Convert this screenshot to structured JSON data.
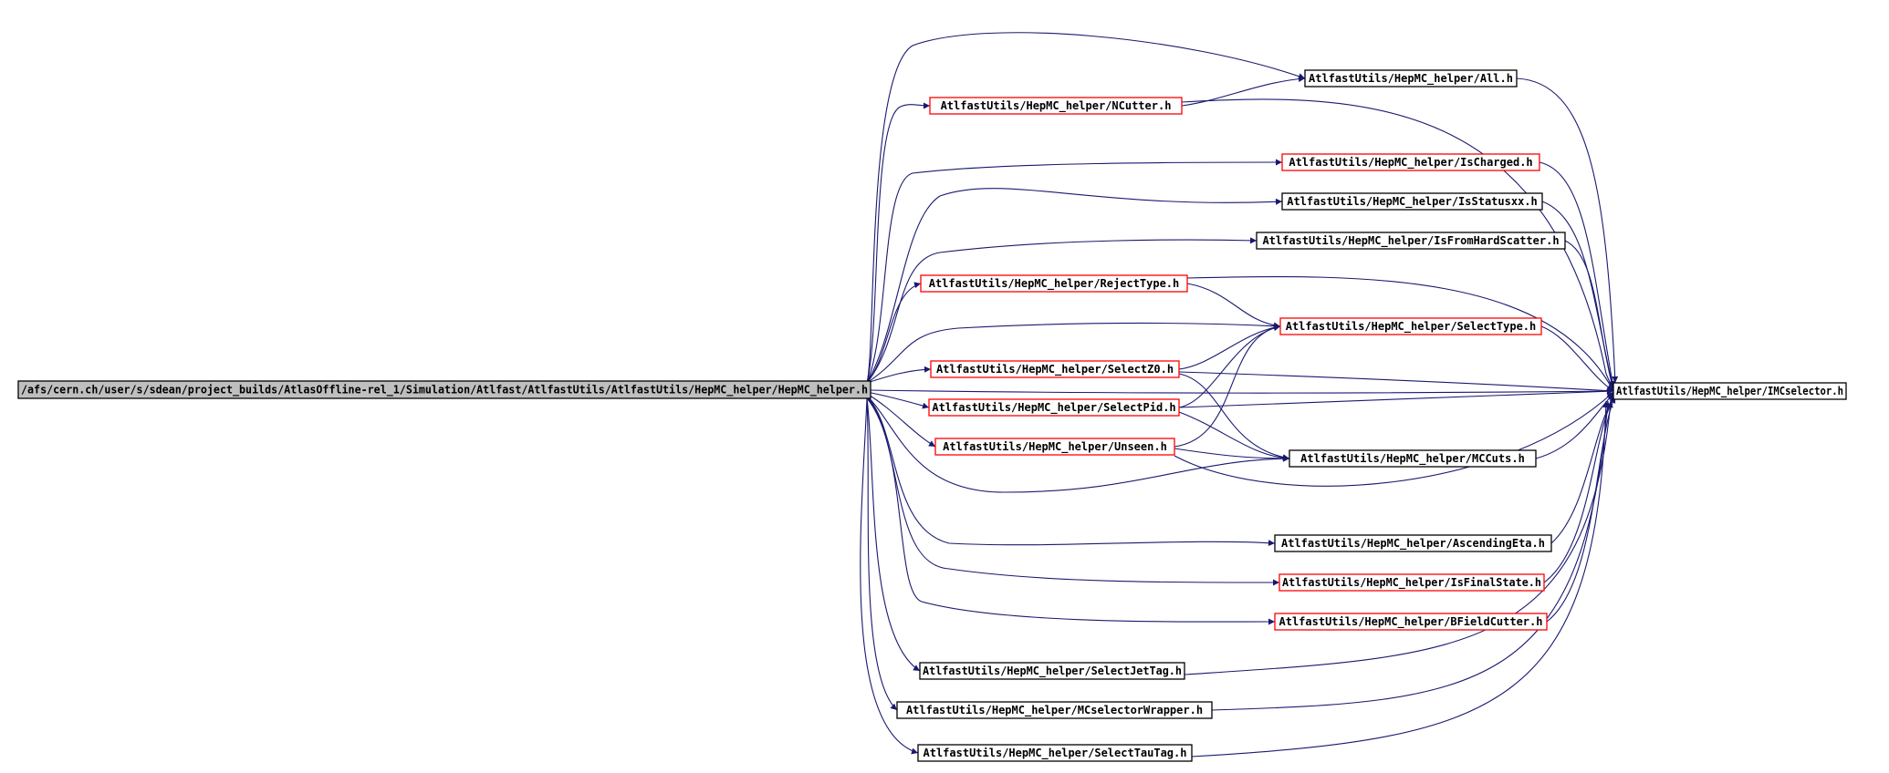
{
  "colors": {
    "edge": "#191970",
    "root_fill": "#bfbfbf",
    "root_border": "#000000",
    "red_border": "#ff0000",
    "black_border": "#000000",
    "node_fill": "#ffffff"
  },
  "nodes": [
    {
      "id": "root",
      "label": "/afs/cern.ch/user/s/sdean/project_builds/AtlasOffline-rel_1/Simulation/Atlfast/AtlfastUtils/AtlfastUtils/HepMC_helper/HepMC_helper.h",
      "style": "root"
    },
    {
      "id": "all",
      "label": "AtlfastUtils/HepMC_helper/All.h",
      "style": "black"
    },
    {
      "id": "ncutter",
      "label": "AtlfastUtils/HepMC_helper/NCutter.h",
      "style": "red"
    },
    {
      "id": "ischarged",
      "label": "AtlfastUtils/HepMC_helper/IsCharged.h",
      "style": "red"
    },
    {
      "id": "isstatusxx",
      "label": "AtlfastUtils/HepMC_helper/IsStatusxx.h",
      "style": "black"
    },
    {
      "id": "isfromhard",
      "label": "AtlfastUtils/HepMC_helper/IsFromHardScatter.h",
      "style": "black"
    },
    {
      "id": "rejecttype",
      "label": "AtlfastUtils/HepMC_helper/RejectType.h",
      "style": "red"
    },
    {
      "id": "selecttype",
      "label": "AtlfastUtils/HepMC_helper/SelectType.h",
      "style": "red"
    },
    {
      "id": "selectz0",
      "label": "AtlfastUtils/HepMC_helper/SelectZ0.h",
      "style": "red"
    },
    {
      "id": "imcselector",
      "label": "AtlfastUtils/HepMC_helper/IMCselector.h",
      "style": "black"
    },
    {
      "id": "selectpid",
      "label": "AtlfastUtils/HepMC_helper/SelectPid.h",
      "style": "red"
    },
    {
      "id": "unseen",
      "label": "AtlfastUtils/HepMC_helper/Unseen.h",
      "style": "red"
    },
    {
      "id": "mccuts",
      "label": "AtlfastUtils/HepMC_helper/MCCuts.h",
      "style": "black"
    },
    {
      "id": "ascendingeta",
      "label": "AtlfastUtils/HepMC_helper/AscendingEta.h",
      "style": "black"
    },
    {
      "id": "isfinalstate",
      "label": "AtlfastUtils/HepMC_helper/IsFinalState.h",
      "style": "red"
    },
    {
      "id": "bfieldcutter",
      "label": "AtlfastUtils/HepMC_helper/BFieldCutter.h",
      "style": "red"
    },
    {
      "id": "selectjettag",
      "label": "AtlfastUtils/HepMC_helper/SelectJetTag.h",
      "style": "black"
    },
    {
      "id": "mcselectorwrapper",
      "label": "AtlfastUtils/HepMC_helper/MCselectorWrapper.h",
      "style": "black"
    },
    {
      "id": "selecttautag",
      "label": "AtlfastUtils/HepMC_helper/SelectTauTag.h",
      "style": "black"
    }
  ],
  "edges": [
    {
      "from": "root",
      "to": "all"
    },
    {
      "from": "root",
      "to": "ncutter"
    },
    {
      "from": "root",
      "to": "ischarged"
    },
    {
      "from": "root",
      "to": "isstatusxx"
    },
    {
      "from": "root",
      "to": "isfromhard"
    },
    {
      "from": "root",
      "to": "rejecttype"
    },
    {
      "from": "root",
      "to": "selecttype"
    },
    {
      "from": "root",
      "to": "selectz0"
    },
    {
      "from": "root",
      "to": "imcselector"
    },
    {
      "from": "root",
      "to": "selectpid"
    },
    {
      "from": "root",
      "to": "unseen"
    },
    {
      "from": "root",
      "to": "mccuts"
    },
    {
      "from": "root",
      "to": "ascendingeta"
    },
    {
      "from": "root",
      "to": "isfinalstate"
    },
    {
      "from": "root",
      "to": "bfieldcutter"
    },
    {
      "from": "root",
      "to": "selectjettag"
    },
    {
      "from": "root",
      "to": "mcselectorwrapper"
    },
    {
      "from": "root",
      "to": "selecttautag"
    },
    {
      "from": "ncutter",
      "to": "all"
    },
    {
      "from": "ncutter",
      "to": "imcselector"
    },
    {
      "from": "all",
      "to": "imcselector"
    },
    {
      "from": "ischarged",
      "to": "imcselector"
    },
    {
      "from": "isstatusxx",
      "to": "imcselector"
    },
    {
      "from": "isfromhard",
      "to": "imcselector"
    },
    {
      "from": "rejecttype",
      "to": "selecttype"
    },
    {
      "from": "rejecttype",
      "to": "imcselector"
    },
    {
      "from": "selecttype",
      "to": "imcselector"
    },
    {
      "from": "selectz0",
      "to": "selecttype"
    },
    {
      "from": "selectz0",
      "to": "mccuts"
    },
    {
      "from": "selectz0",
      "to": "imcselector"
    },
    {
      "from": "selectpid",
      "to": "selecttype"
    },
    {
      "from": "selectpid",
      "to": "mccuts"
    },
    {
      "from": "selectpid",
      "to": "imcselector"
    },
    {
      "from": "unseen",
      "to": "selecttype"
    },
    {
      "from": "unseen",
      "to": "mccuts"
    },
    {
      "from": "unseen",
      "to": "imcselector"
    },
    {
      "from": "mccuts",
      "to": "imcselector"
    },
    {
      "from": "ascendingeta",
      "to": "imcselector"
    },
    {
      "from": "isfinalstate",
      "to": "imcselector"
    },
    {
      "from": "bfieldcutter",
      "to": "imcselector"
    },
    {
      "from": "selectjettag",
      "to": "imcselector"
    },
    {
      "from": "mcselectorwrapper",
      "to": "imcselector"
    },
    {
      "from": "selecttautag",
      "to": "imcselector"
    }
  ]
}
